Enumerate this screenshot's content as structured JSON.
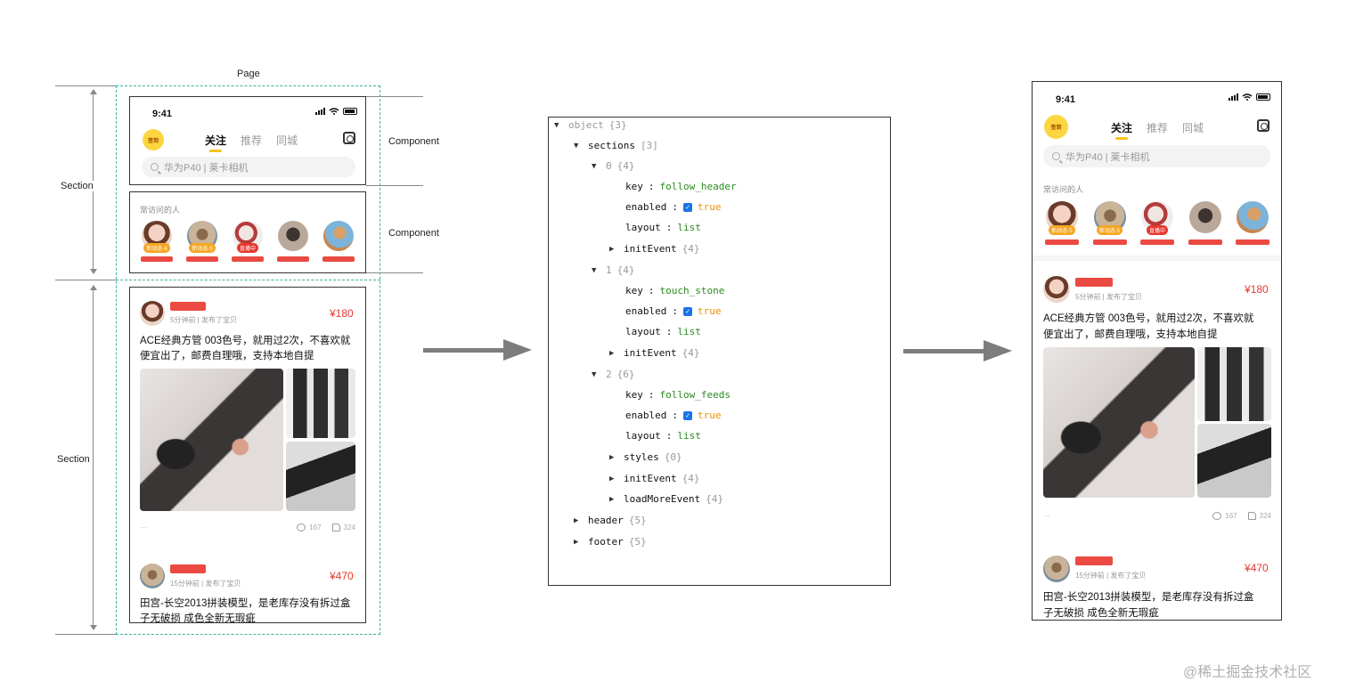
{
  "labels": {
    "page": "Page",
    "section_top": "Section",
    "section_bottom": "Section",
    "component_top": "Component",
    "component_bottom": "Component"
  },
  "phone": {
    "time": "9:41",
    "checkin": "签到",
    "tabs": [
      "关注",
      "推荐",
      "同城"
    ],
    "search_placeholder": "华为P40 | 莱卡相机",
    "section_title": "常访问的人",
    "people_badges": [
      "新动态·8",
      "新动态·5",
      "直播中",
      "",
      ""
    ],
    "feeds": [
      {
        "meta": "5分钟前 | 发布了宝贝",
        "price": "¥180",
        "text_line1": "ACE经典方管 003色号，就用过2次，不喜欢就",
        "text_line2": "便宜出了，邮费自理哦，支持本地自提",
        "comments": "167",
        "likes": "324",
        "more": "···"
      },
      {
        "meta": "15分钟前 | 发布了宝贝",
        "price": "¥470",
        "text_line1": "田宫-长空2013拼装模型，是老库存没有拆过盒",
        "text_line2": "子无破损 成色全新无瑕疵"
      }
    ]
  },
  "phone_right_badges": [
    "新动态·5",
    "新动态·5",
    "直播中",
    "",
    ""
  ],
  "tree": {
    "root": "object",
    "root_count": "{3}",
    "sections_key": "sections",
    "sections_count": "[3]",
    "items": [
      {
        "index": "0",
        "count": "{4}",
        "key_val": "follow_header",
        "enabled": "true",
        "layout": "list",
        "initEvent": "{4}"
      },
      {
        "index": "1",
        "count": "{4}",
        "key_val": "touch_stone",
        "enabled": "true",
        "layout": "list",
        "initEvent": "{4}"
      },
      {
        "index": "2",
        "count": "{6}",
        "key_val": "follow_feeds",
        "enabled": "true",
        "layout": "list",
        "styles": "{0}",
        "initEvent": "{4}",
        "loadMoreEvent": "{4}"
      }
    ],
    "field_names": {
      "key": "key",
      "enabled": "enabled",
      "layout": "layout",
      "initEvent": "initEvent",
      "styles": "styles",
      "loadMoreEvent": "loadMoreEvent"
    },
    "header": {
      "name": "header",
      "count": "{5}"
    },
    "footer": {
      "name": "footer",
      "count": "{5}"
    }
  },
  "watermark": "@稀土掘金技术社区"
}
